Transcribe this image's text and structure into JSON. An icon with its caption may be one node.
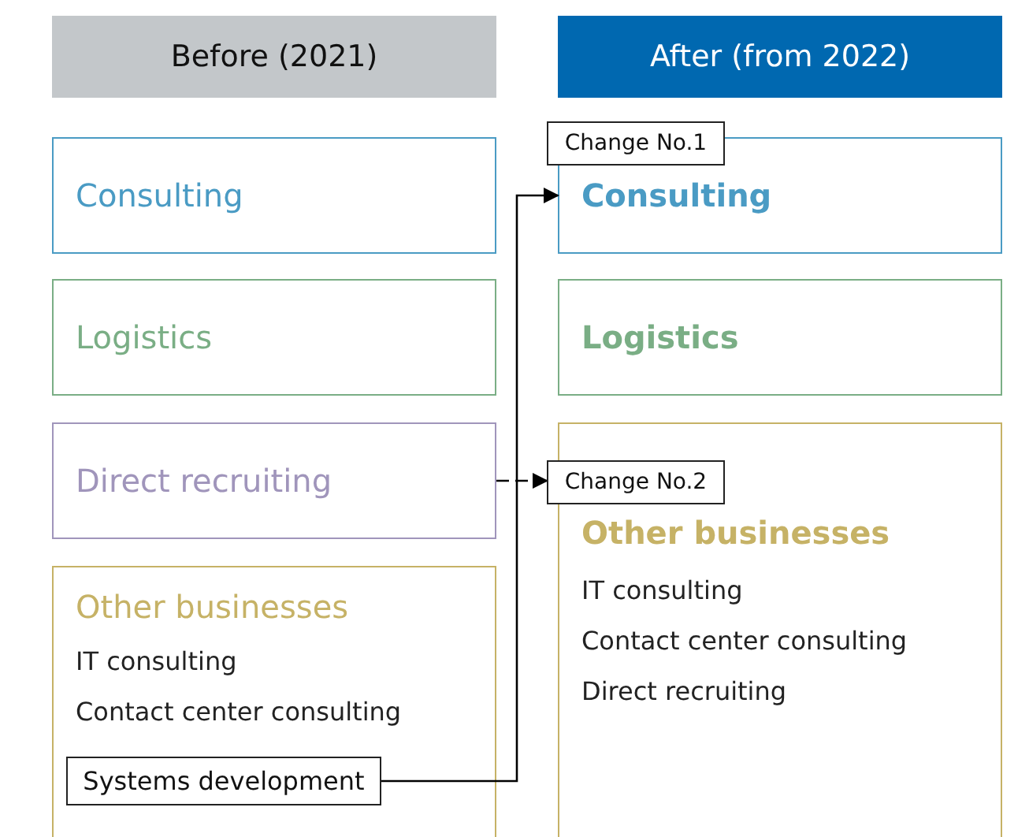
{
  "diagram": {
    "nodes": [
      {
        "text": [
          "Before (2021)"
        ]
      },
      {
        "text": [
          "After (from 2022)"
        ]
      },
      {
        "text": [
          "Consulting"
        ]
      },
      {
        "text": [
          "Logistics"
        ]
      },
      {
        "text": [
          "Direct recruiting"
        ]
      },
      {
        "text": [
          "Other businesses",
          "IT consulting",
          "Contact center consulting"
        ]
      },
      {
        "text": [
          "Systems development"
        ],
        "in": 5
      },
      {
        "text": [
          "Consulting"
        ]
      },
      {
        "text": [
          "Change No.1"
        ]
      },
      {
        "text": [
          "Logistics"
        ]
      },
      {
        "text": [
          "Other businesses",
          "IT consulting",
          "Contact center consulting",
          "Direct recruiting"
        ]
      },
      {
        "text": [
          "Change No.2"
        ]
      }
    ],
    "edges": [
      {
        "from": 6,
        "to": 7,
        "arrow": "to"
      },
      {
        "from": 4,
        "to": 11,
        "arrow": "to",
        "style": "dashed"
      }
    ]
  }
}
